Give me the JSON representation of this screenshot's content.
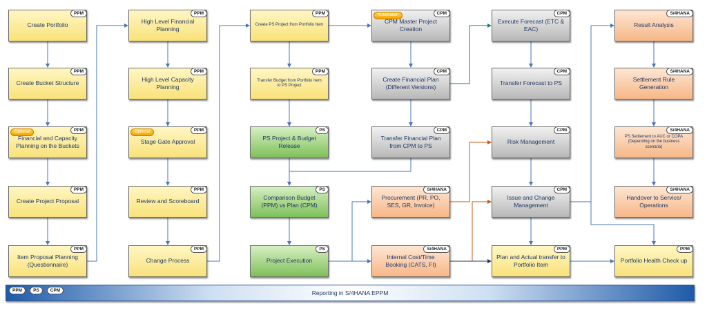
{
  "colors": {
    "ppm": "#f9e27a",
    "ps": "#7fc05a",
    "cpm": "#b8b8b8",
    "s4hana": "#f7b787",
    "arrow_blue": "#4a76b4",
    "arrow_teal": "#127f7f",
    "arrow_orange": "#c55a11",
    "arrow_navy": "#203864"
  },
  "boxes": [
    {
      "id": "create-portfolio",
      "label": "Create Portfolio",
      "tag": "PPM",
      "kind": "ppm"
    },
    {
      "id": "create-bucket-structure",
      "label": "Create Bucket Structure",
      "tag": "PPM",
      "kind": "ppm"
    },
    {
      "id": "financial-capacity-planning-buckets",
      "label": "Financial and Capacity Planning on the Buckets",
      "tag": "PPM",
      "kind": "ppm",
      "badge": "Optional"
    },
    {
      "id": "create-project-proposal",
      "label": "Create Project Proposal",
      "tag": "PPM",
      "kind": "ppm"
    },
    {
      "id": "item-proposal-planning",
      "label": "Item Proposal Planning (Questionnaire)",
      "tag": "PPM",
      "kind": "ppm"
    },
    {
      "id": "high-level-financial-planning",
      "label": "High Level Financial Planning",
      "tag": "PPM",
      "kind": "ppm"
    },
    {
      "id": "high-level-capacity-planning",
      "label": "High Level Capacity Planning",
      "tag": "PPM",
      "kind": "ppm"
    },
    {
      "id": "stage-gate-approval",
      "label": "Stage Gate Approval",
      "tag": "PPM",
      "kind": "ppm",
      "badge": "Optional"
    },
    {
      "id": "review-and-scoreboard",
      "label": "Review and Scoreboard",
      "tag": "PPM",
      "kind": "ppm"
    },
    {
      "id": "change-process",
      "label": "Change Process",
      "tag": "PPM",
      "kind": "ppm"
    },
    {
      "id": "create-ps-project-from-portfolio-item",
      "label": "Create PS Project from Portfolio Item",
      "tag": "PPM",
      "kind": "ppm",
      "small": true
    },
    {
      "id": "transfer-budget-portfolio-to-ps",
      "label": "Transfer Budget from Portfolio Item to PS Project",
      "tag": "PPM",
      "kind": "ppm",
      "small": true
    },
    {
      "id": "ps-project-budget-release",
      "label": "PS Project & Budget Release",
      "tag": "PS",
      "kind": "ps"
    },
    {
      "id": "comparison-budget-vs-plan",
      "label": "Comparison Budget (PPM) vs Plan (CPM)",
      "tag": "PS",
      "kind": "ps"
    },
    {
      "id": "project-execution",
      "label": "Project Execution",
      "tag": "PS",
      "kind": "ps"
    },
    {
      "id": "cpm-master-project-creation",
      "label": "CPM Master Project Creation",
      "tag": "CPM",
      "kind": "cpm",
      "badge": "Automation"
    },
    {
      "id": "create-financial-plan",
      "label": "Create Financial Plan (Different Versions)",
      "tag": "CPM",
      "kind": "cpm"
    },
    {
      "id": "transfer-financial-plan-cpm-to-ps",
      "label": "Transfer Financial Plan from CPM to PS",
      "tag": "CPM",
      "kind": "cpm"
    },
    {
      "id": "procurement",
      "label": "Procurement (PR, PO, SES, GR, Invoice)",
      "tag": "S/4HANA",
      "kind": "s4"
    },
    {
      "id": "internal-cost-time-booking",
      "label": "Internal Cost/Time Booking (CATS, FI)",
      "tag": "S/4HANA",
      "kind": "s4"
    },
    {
      "id": "execute-forecast",
      "label": "Execute Forecast (ETC & EAC)",
      "tag": "CPM",
      "kind": "cpm"
    },
    {
      "id": "transfer-forecast-to-ps",
      "label": "Transfer Forecast to PS",
      "tag": "CPM",
      "kind": "cpm"
    },
    {
      "id": "risk-management",
      "label": "Risk Management",
      "tag": "CPM",
      "kind": "cpm"
    },
    {
      "id": "issue-and-change-management",
      "label": "Issue and Change Management",
      "tag": "CPM",
      "kind": "cpm"
    },
    {
      "id": "plan-actual-transfer-portfolio-item",
      "label": "Plan and Actual transfer to Portfolio Item",
      "tag": "PPM",
      "kind": "ppm"
    },
    {
      "id": "result-analysis",
      "label": "Result Analysis",
      "tag": "S/4HANA",
      "kind": "s4"
    },
    {
      "id": "settlement-rule-generation",
      "label": "Settlement Rule Generation",
      "tag": "S/4HANA",
      "kind": "s4"
    },
    {
      "id": "ps-settlement-auc-copa",
      "label": "PS Settlement to AUC or COPA (Depending on the business scenario)",
      "tag": "S/4HANA",
      "kind": "s4",
      "small": true
    },
    {
      "id": "handover-service-operations",
      "label": "Handover to Service/ Operations",
      "tag": "S/4HANA",
      "kind": "s4"
    },
    {
      "id": "portfolio-health-check-up",
      "label": "Portfolio Health Check up",
      "tag": "PPM",
      "kind": "ppm"
    }
  ],
  "reporting": {
    "label": "Reporting in S/4HANA EPPM",
    "tags": [
      "PPM",
      "PS",
      "CPM"
    ]
  }
}
